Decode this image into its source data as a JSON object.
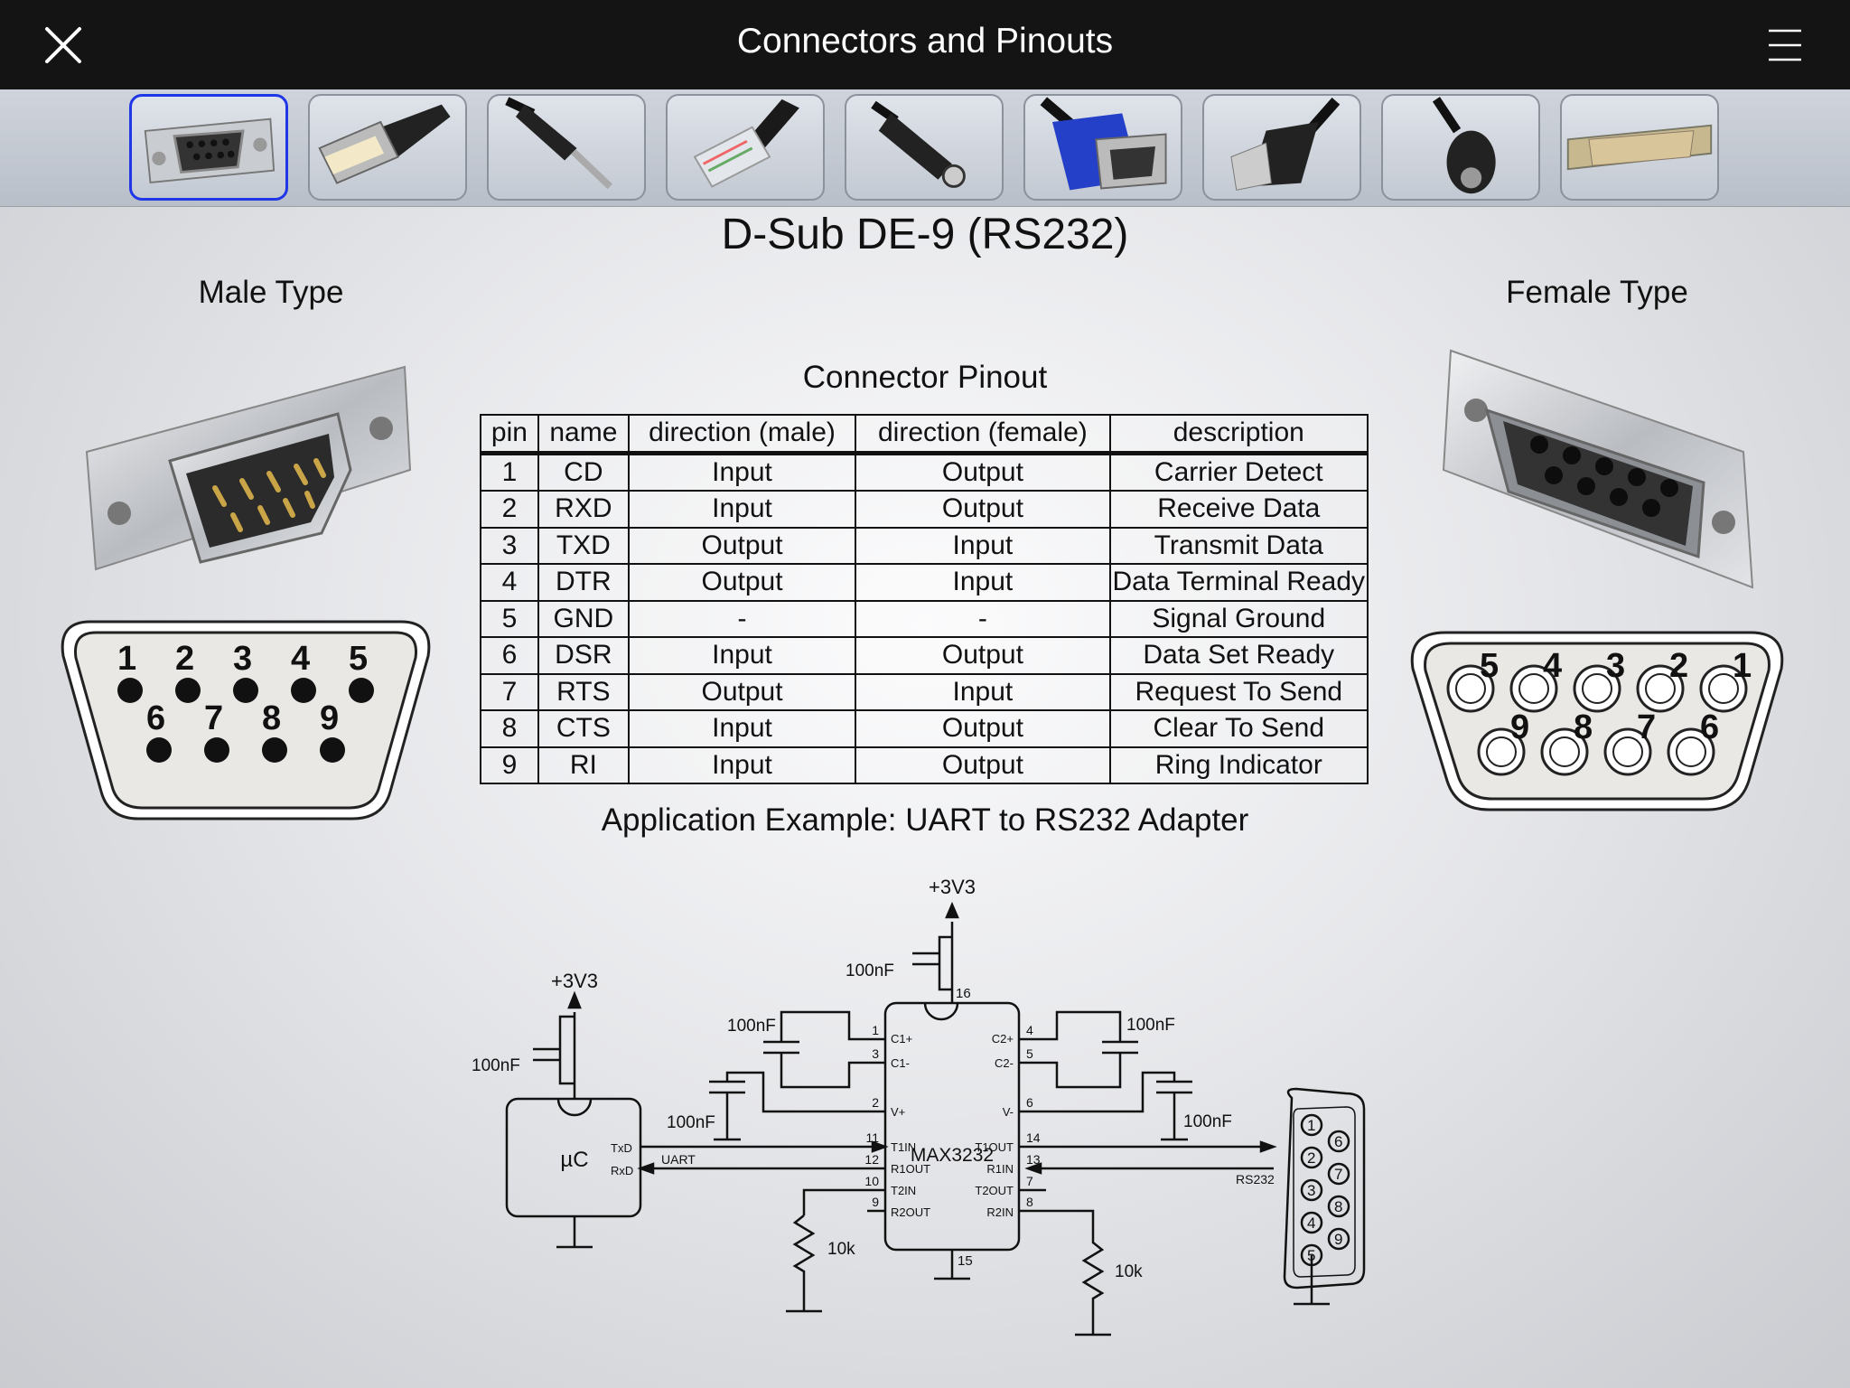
{
  "app": {
    "title": "Connectors and Pinouts",
    "close_icon": "close-icon",
    "menu_icon": "hamburger-menu-icon"
  },
  "connector_tabs": [
    {
      "name": "d-sub-de9",
      "icon": "d-sub-de9-connector-icon",
      "selected": true
    },
    {
      "name": "usb",
      "icon": "usb-connector-icon",
      "selected": false
    },
    {
      "name": "audio-jack",
      "icon": "audio-jack-icon",
      "selected": false
    },
    {
      "name": "rj45",
      "icon": "rj45-connector-icon",
      "selected": false
    },
    {
      "name": "dc-barrel",
      "icon": "dc-barrel-plug-icon",
      "selected": false
    },
    {
      "name": "vga",
      "icon": "vga-connector-icon",
      "selected": false
    },
    {
      "name": "hdmi",
      "icon": "hdmi-connector-icon",
      "selected": false
    },
    {
      "name": "mini-din",
      "icon": "mini-din-connector-icon",
      "selected": false
    },
    {
      "name": "d-sub-db25",
      "icon": "d-sub-db25-connector-icon",
      "selected": false
    }
  ],
  "page": {
    "heading": "D-Sub DE-9 (RS232)",
    "male_label": "Male Type",
    "female_label": "Female Type",
    "table_title": "Connector Pinout",
    "app_example_title": "Application Example: UART to RS232 Adapter"
  },
  "male_pins": {
    "top": [
      "1",
      "2",
      "3",
      "4",
      "5"
    ],
    "bottom": [
      "6",
      "7",
      "8",
      "9"
    ]
  },
  "female_pins": {
    "top": [
      "5",
      "4",
      "3",
      "2",
      "1"
    ],
    "bottom": [
      "9",
      "8",
      "7",
      "6"
    ]
  },
  "pinout": {
    "headers": [
      "pin",
      "name",
      "direction (male)",
      "direction (female)",
      "description"
    ],
    "rows": [
      [
        "1",
        "CD",
        "Input",
        "Output",
        "Carrier Detect"
      ],
      [
        "2",
        "RXD",
        "Input",
        "Output",
        "Receive Data"
      ],
      [
        "3",
        "TXD",
        "Output",
        "Input",
        "Transmit Data"
      ],
      [
        "4",
        "DTR",
        "Output",
        "Input",
        "Data Terminal Ready"
      ],
      [
        "5",
        "GND",
        "-",
        "-",
        "Signal Ground"
      ],
      [
        "6",
        "DSR",
        "Input",
        "Output",
        "Data Set Ready"
      ],
      [
        "7",
        "RTS",
        "Output",
        "Input",
        "Request To Send"
      ],
      [
        "8",
        "CTS",
        "Input",
        "Output",
        "Clear To Send"
      ],
      [
        "9",
        "RI",
        "Input",
        "Output",
        "Ring Indicator"
      ]
    ]
  },
  "schematic": {
    "chip": "MAX3232",
    "mcu": "µC",
    "mcu_txd": "TxD",
    "mcu_rxd": "RxD",
    "supply_top": "+3V3",
    "supply_left": "+3V3",
    "cap": "100nF",
    "resistor": "10k",
    "uart": "UART",
    "rs232": "RS232",
    "pins_left": [
      {
        "num": "1",
        "label": "C1+"
      },
      {
        "num": "3",
        "label": "C1-"
      },
      {
        "num": "2",
        "label": "V+"
      },
      {
        "num": "11",
        "label": "T1IN"
      },
      {
        "num": "12",
        "label": "R1OUT"
      },
      {
        "num": "10",
        "label": "T2IN"
      },
      {
        "num": "9",
        "label": "R2OUT"
      }
    ],
    "pins_right": [
      {
        "num": "4",
        "label": "C2+"
      },
      {
        "num": "5",
        "label": "C2-"
      },
      {
        "num": "6",
        "label": "V-"
      },
      {
        "num": "14",
        "label": "T1OUT"
      },
      {
        "num": "13",
        "label": "R1IN"
      },
      {
        "num": "7",
        "label": "T2OUT"
      },
      {
        "num": "8",
        "label": "R2IN"
      }
    ],
    "pin16": "16",
    "pin15": "15",
    "db9_left": [
      "1",
      "2",
      "3",
      "4",
      "5"
    ],
    "db9_right": [
      "6",
      "7",
      "8",
      "9"
    ]
  }
}
